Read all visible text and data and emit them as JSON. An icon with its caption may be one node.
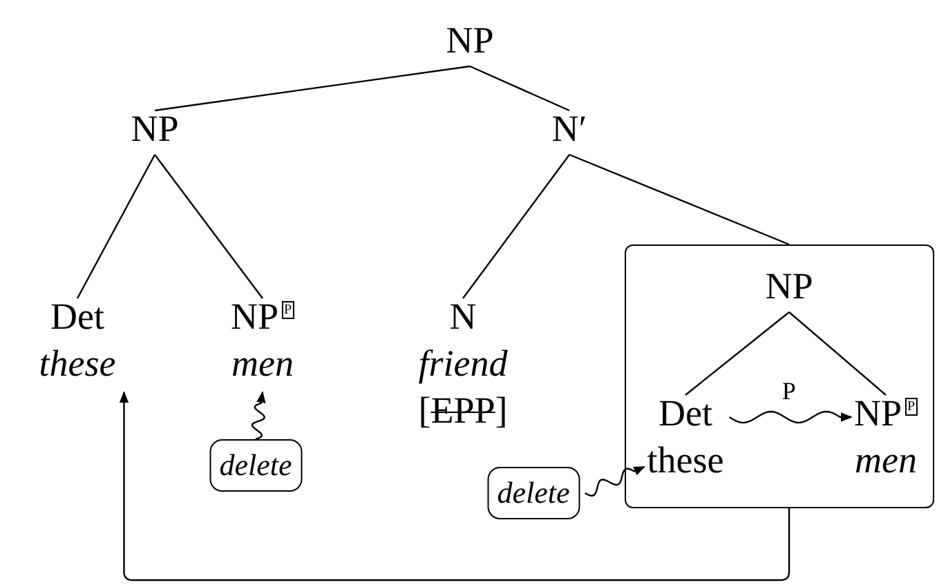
{
  "diagram": {
    "nodes": [
      {
        "text": [
          "NP"
        ]
      },
      {
        "text": [
          "NP"
        ]
      },
      {
        "text": [
          "N′"
        ]
      },
      {
        "text": [
          "Det",
          "*these*"
        ]
      },
      {
        "text": [
          "NP$^{P}$",
          "*men*"
        ]
      },
      {
        "text": [
          "N",
          "*friend*",
          "[EPP]"
        ]
      },
      {
        "text": [],
        "shape": "box"
      },
      {
        "text": [
          "NP"
        ],
        "in": 6
      },
      {
        "text": [
          "Det",
          "these"
        ],
        "in": 6
      },
      {
        "text": [
          "NP$^{P}$",
          "*men*"
        ],
        "in": 6
      },
      {
        "text": [
          "*delete*"
        ]
      },
      {
        "text": [
          "*delete*"
        ]
      }
    ],
    "edges": [
      {
        "from": 0,
        "to": 1,
        "arrow": "none"
      },
      {
        "from": 0,
        "to": 2,
        "arrow": "none"
      },
      {
        "from": 1,
        "to": 3,
        "arrow": "none"
      },
      {
        "from": 1,
        "to": 4,
        "arrow": "none"
      },
      {
        "from": 2,
        "to": 5,
        "arrow": "none"
      },
      {
        "from": 2,
        "to": 6,
        "arrow": "none"
      },
      {
        "from": 7,
        "to": 8,
        "arrow": "none"
      },
      {
        "from": 7,
        "to": 9,
        "arrow": "none"
      },
      {
        "from": 8,
        "to": 9,
        "arrow": "to",
        "label": "P"
      },
      {
        "from": 10,
        "to": 4,
        "arrow": "to"
      },
      {
        "from": 11,
        "to": 8,
        "arrow": "to"
      },
      {
        "from": 6,
        "to": 3,
        "arrow": "to"
      }
    ]
  }
}
